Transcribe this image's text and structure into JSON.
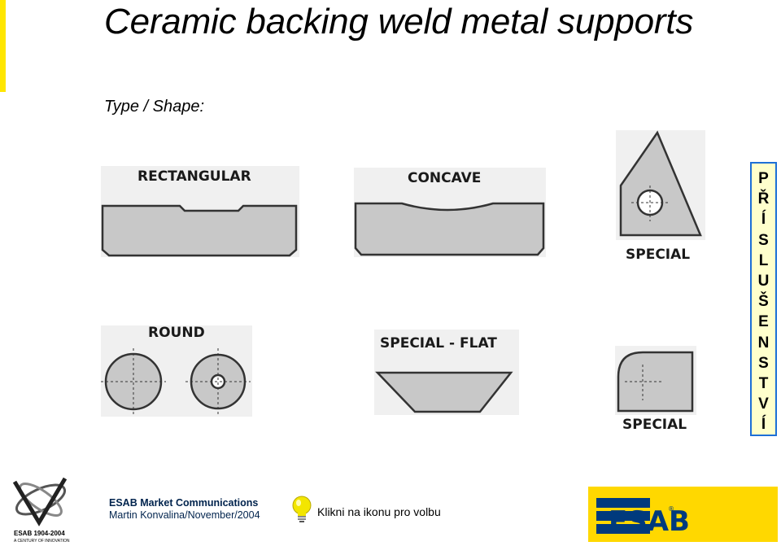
{
  "slide": {
    "title": "Ceramic backing weld metal supports",
    "subtitle": "Type / Shape:"
  },
  "shapes": {
    "rectangular": "RECTANGULAR",
    "concave": "CONCAVE",
    "special_triangle": "SPECIAL",
    "round": "ROUND",
    "special_flat": "SPECIAL - FLAT",
    "special_square": "SPECIAL"
  },
  "side_link": {
    "letters": [
      "P",
      "Ř",
      "Í",
      "S",
      "L",
      "U",
      "Š",
      "E",
      "N",
      "S",
      "T",
      "V",
      "Í"
    ]
  },
  "footer": {
    "company": "ESAB Market Communications",
    "author": "Martin Konvalina/November/2004",
    "hint": "Klikni na ikonu pro volbu",
    "logo_text": "ESAB",
    "anniversary": "ESAB 1904-2004",
    "anniversary_sub": "A CENTURY OF INNOVATION"
  },
  "colors": {
    "accent_yellow": "#ffe600",
    "brand_yellow": "#ffd800",
    "brand_blue": "#003a7d",
    "link_border": "#1d6fd6"
  },
  "icons": {
    "bulb": "lightbulb-icon",
    "logo": "esab-logo"
  }
}
